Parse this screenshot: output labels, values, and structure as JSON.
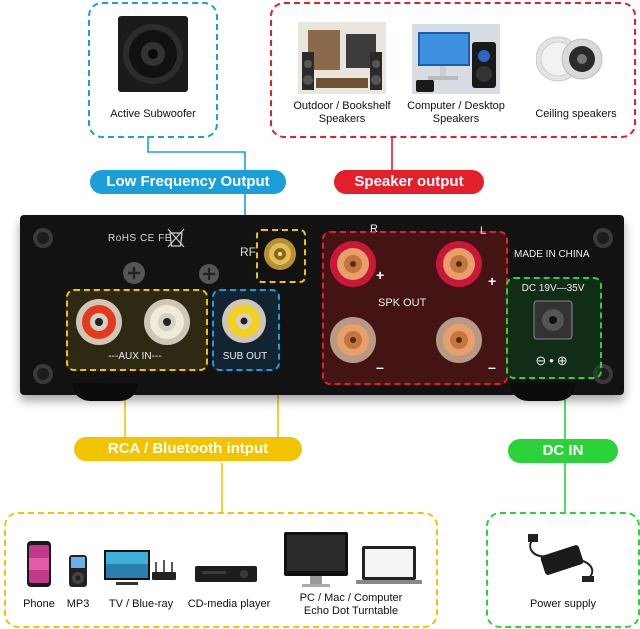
{
  "colors": {
    "blue": "#1a9fd8",
    "red": "#e3202a",
    "yellow": "#f2c400",
    "green": "#2bd23a",
    "panel": "#121212"
  },
  "top_boxes": {
    "subwoofer": {
      "label": "Active Subwoofer",
      "icon": "subwoofer-icon"
    },
    "speakers": [
      {
        "label": "Outdoor / Bookshelf\nSpeakers",
        "icon": "bookshelf-speakers-icon"
      },
      {
        "label": "Computer / Desktop\nSpeakers",
        "icon": "desktop-speakers-icon"
      },
      {
        "label": "Ceiling speakers",
        "icon": "ceiling-speaker-icon"
      }
    ]
  },
  "pills": {
    "low_freq": "Low Frequency Output",
    "speaker_out": "Speaker output",
    "rca_bt": "RCA / Bluetooth intput",
    "dc_in": "DC IN"
  },
  "panel": {
    "certifications": "RoHS CE FE",
    "rf_label": "RF",
    "aux_label": "---AUX IN---",
    "sub_label": "SUB OUT",
    "spk_label": "SPK OUT",
    "r_label": "R",
    "l_label": "L",
    "plus": "+",
    "minus": "–",
    "made_in": "MADE IN CHINA",
    "dc_label": "DC 19V—35V",
    "polarity": "⊖•⊕"
  },
  "bottom_boxes": {
    "sources": [
      {
        "label": "Phone",
        "icon": "phone-icon"
      },
      {
        "label": "MP3",
        "icon": "mp3-player-icon"
      },
      {
        "label": "TV / Blue-ray",
        "icon": "tv-icon"
      },
      {
        "label": "CD-media player",
        "icon": "cd-player-icon"
      },
      {
        "label": "PC / Mac / Computer\nEcho Dot Turntable",
        "icon": "computer-icon"
      }
    ],
    "power": {
      "label": "Power supply",
      "icon": "power-adapter-icon"
    }
  }
}
